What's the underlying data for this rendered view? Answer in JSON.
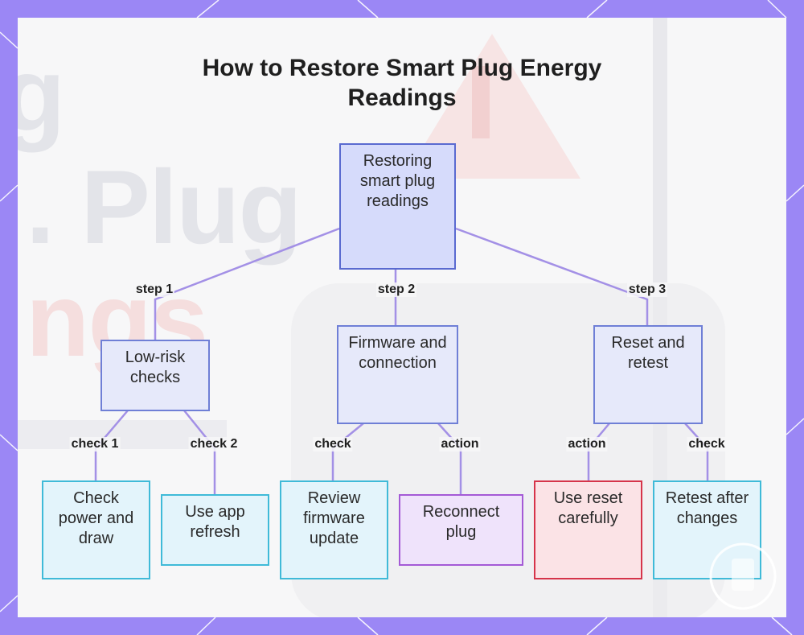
{
  "title": "How to Restore Smart Plug Energy Readings",
  "colors": {
    "frame": "#9b87f5",
    "connector": "#a390e6",
    "root_fill": "#d6dbfb",
    "teal_border": "#3fbad8",
    "purple_border": "#a45ad6",
    "red_border": "#d6344a"
  },
  "nodes": {
    "root": "Restoring smart plug readings",
    "low_risk": "Low-risk checks",
    "firmware": "Firmware and connection",
    "reset": "Reset and retest",
    "check_power": "Check power and draw",
    "app_refresh": "Use app refresh",
    "review_fw": "Review firmware update",
    "reconnect": "Reconnect plug",
    "use_reset": "Use reset carefully",
    "retest": "Retest after changes"
  },
  "edge_labels": {
    "step1": "step 1",
    "step2": "step 2",
    "step3": "step 3",
    "check1": "check 1",
    "check2": "check 2",
    "fw_check": "check",
    "fw_action": "action",
    "reset_action": "action",
    "reset_check": "check"
  },
  "background_text": {
    "line1": "g",
    "line2": ". Plug",
    "line3": "ngs"
  }
}
